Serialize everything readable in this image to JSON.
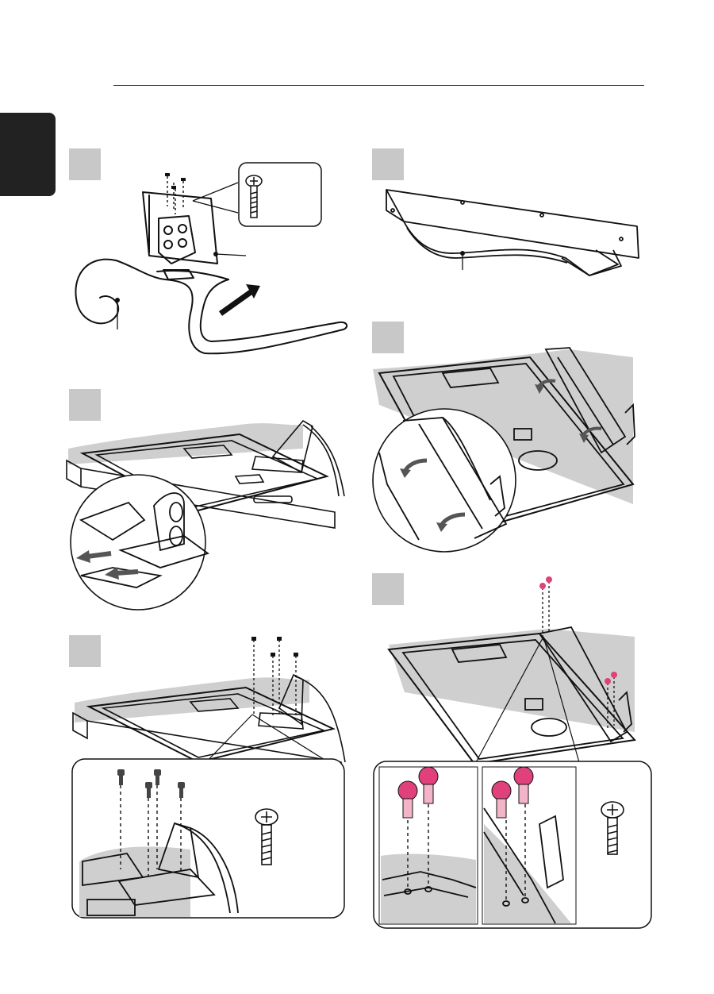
{
  "page": {
    "accent": "#222222",
    "step_box_color": "#c8c8c8",
    "screw_highlight_color": "#e0417a"
  },
  "steps": [
    {
      "id": 1,
      "illustration": "stand-body-onto-base",
      "icons": [
        "screw-icon",
        "arrow-icon"
      ]
    },
    {
      "id": 2,
      "illustration": "tv-face-down-insert-stand",
      "icons": [
        "magnify-circle-icon",
        "arrow-icon"
      ]
    },
    {
      "id": 3,
      "illustration": "fasten-four-screws",
      "icons": [
        "screw-icon",
        "magnify-circle-icon"
      ]
    },
    {
      "id": 4,
      "illustration": "bottom-stand-bar",
      "icons": []
    },
    {
      "id": 5,
      "illustration": "tv-face-down-bar-slide",
      "icons": [
        "magnify-circle-icon",
        "arrow-icon"
      ]
    },
    {
      "id": 6,
      "illustration": "fasten-bar-screws",
      "icons": [
        "screw-icon"
      ]
    }
  ]
}
